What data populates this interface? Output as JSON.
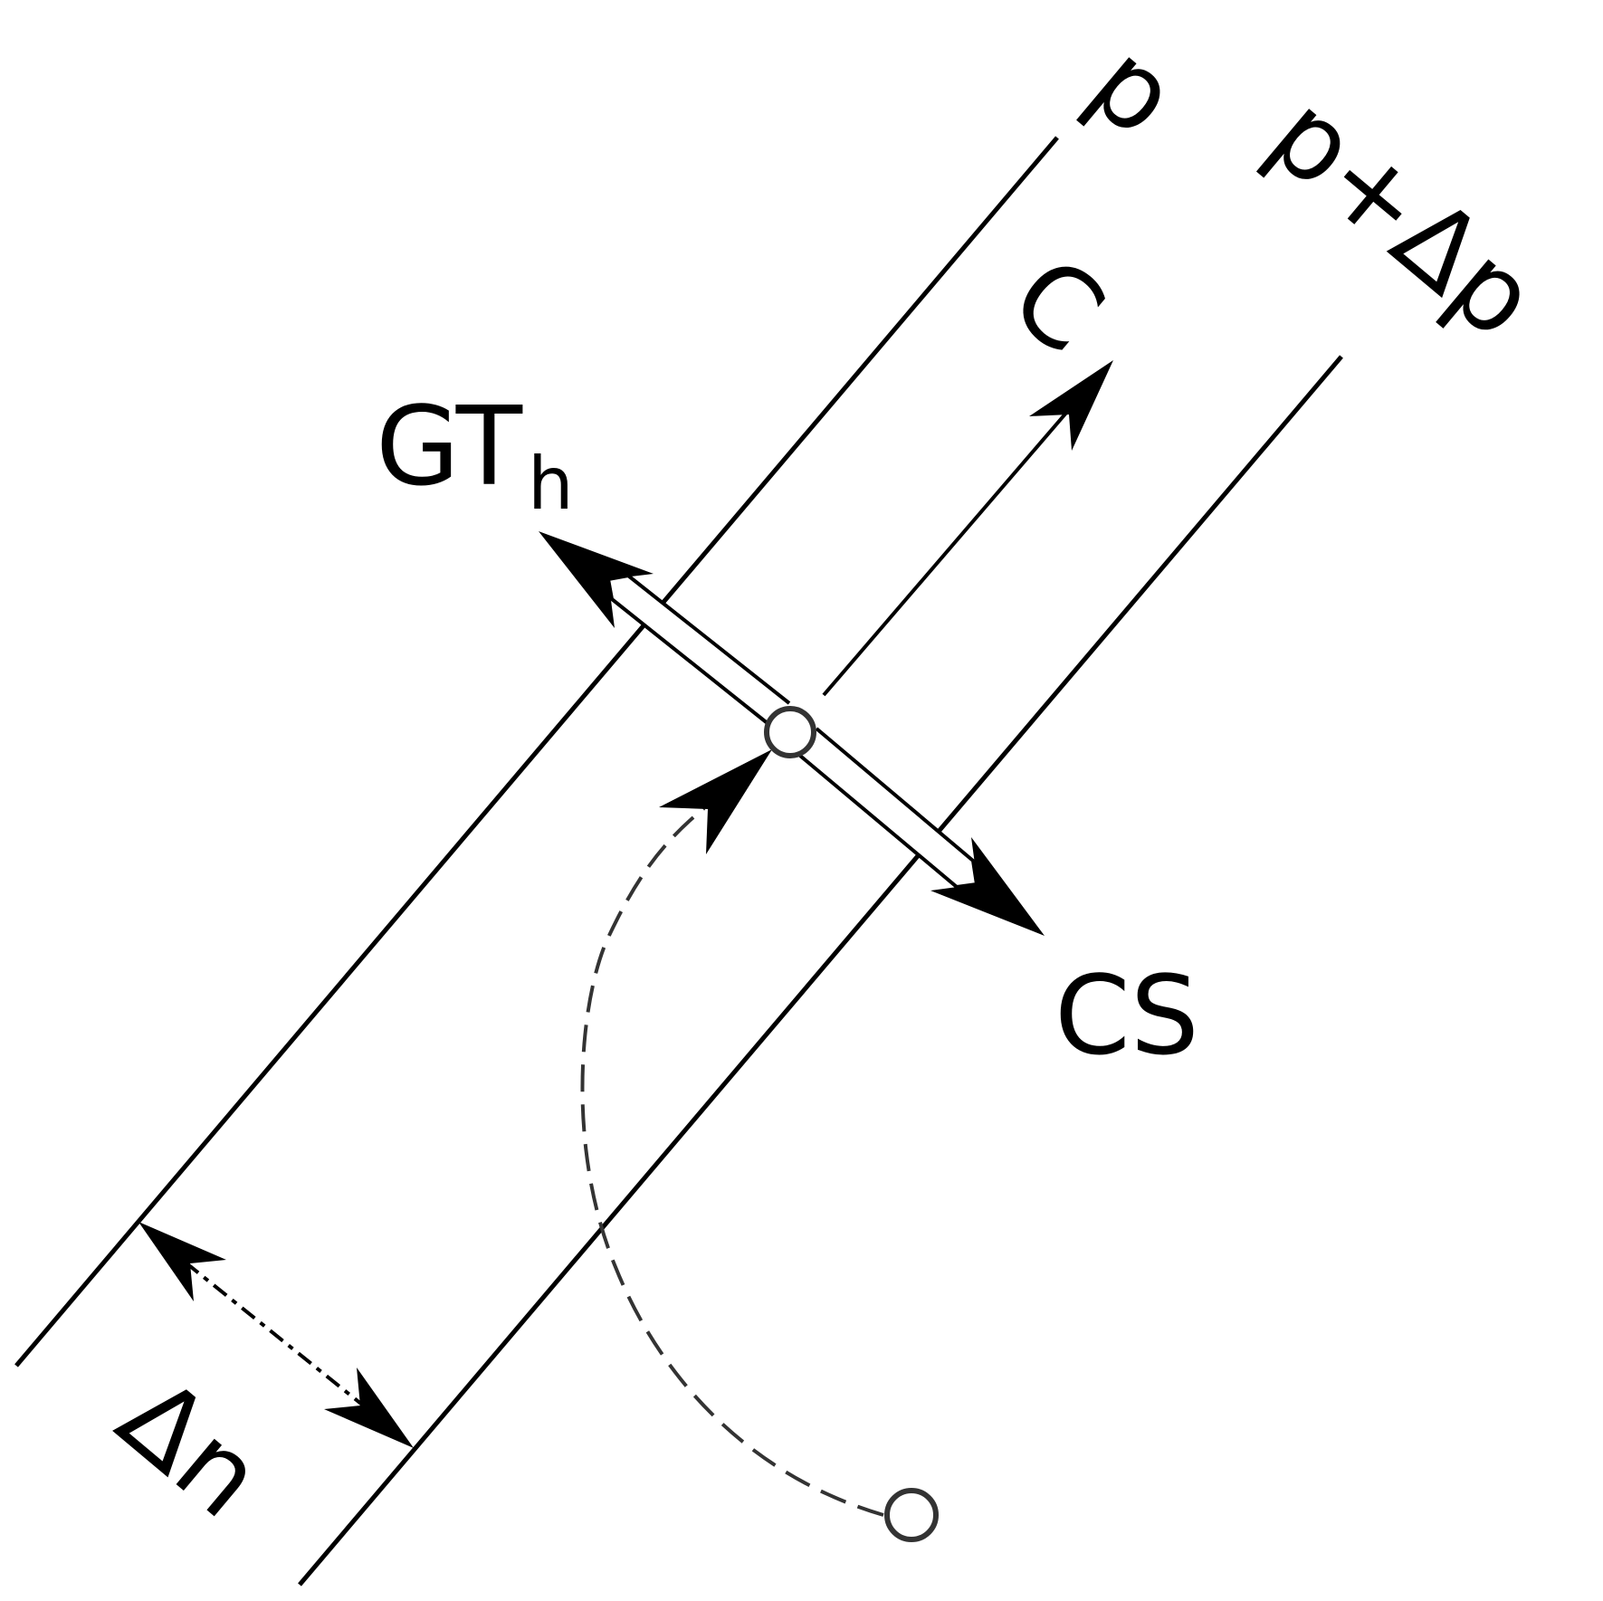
{
  "diagram": {
    "labels": {
      "isobar_p": "p",
      "isobar_p_plus_dp": "p+Δp",
      "velocity": "C",
      "gradient_term": "GT",
      "gradient_subscript": "h",
      "centrifugal": "CS",
      "distance": "Δn"
    },
    "colors": {
      "line": "#000000",
      "parcel_outline": "#333333",
      "parcel_fill": "#ffffff",
      "trajectory": "#333333"
    }
  }
}
